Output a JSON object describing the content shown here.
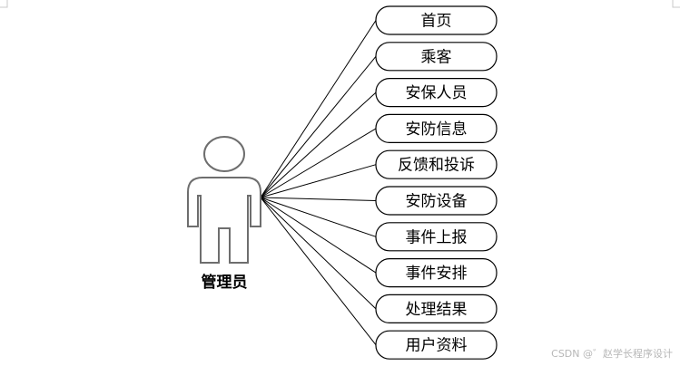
{
  "actor": {
    "label": "管理员"
  },
  "use_cases": [
    {
      "label": "首页"
    },
    {
      "label": "乘客"
    },
    {
      "label": "安保人员"
    },
    {
      "label": "安防信息"
    },
    {
      "label": "反馈和投诉"
    },
    {
      "label": "安防设备"
    },
    {
      "label": "事件上报"
    },
    {
      "label": "事件安排"
    },
    {
      "label": "处理结果"
    },
    {
      "label": "用户资料"
    }
  ],
  "watermark": {
    "text": "CSDN @゛赵学长程序设计"
  }
}
